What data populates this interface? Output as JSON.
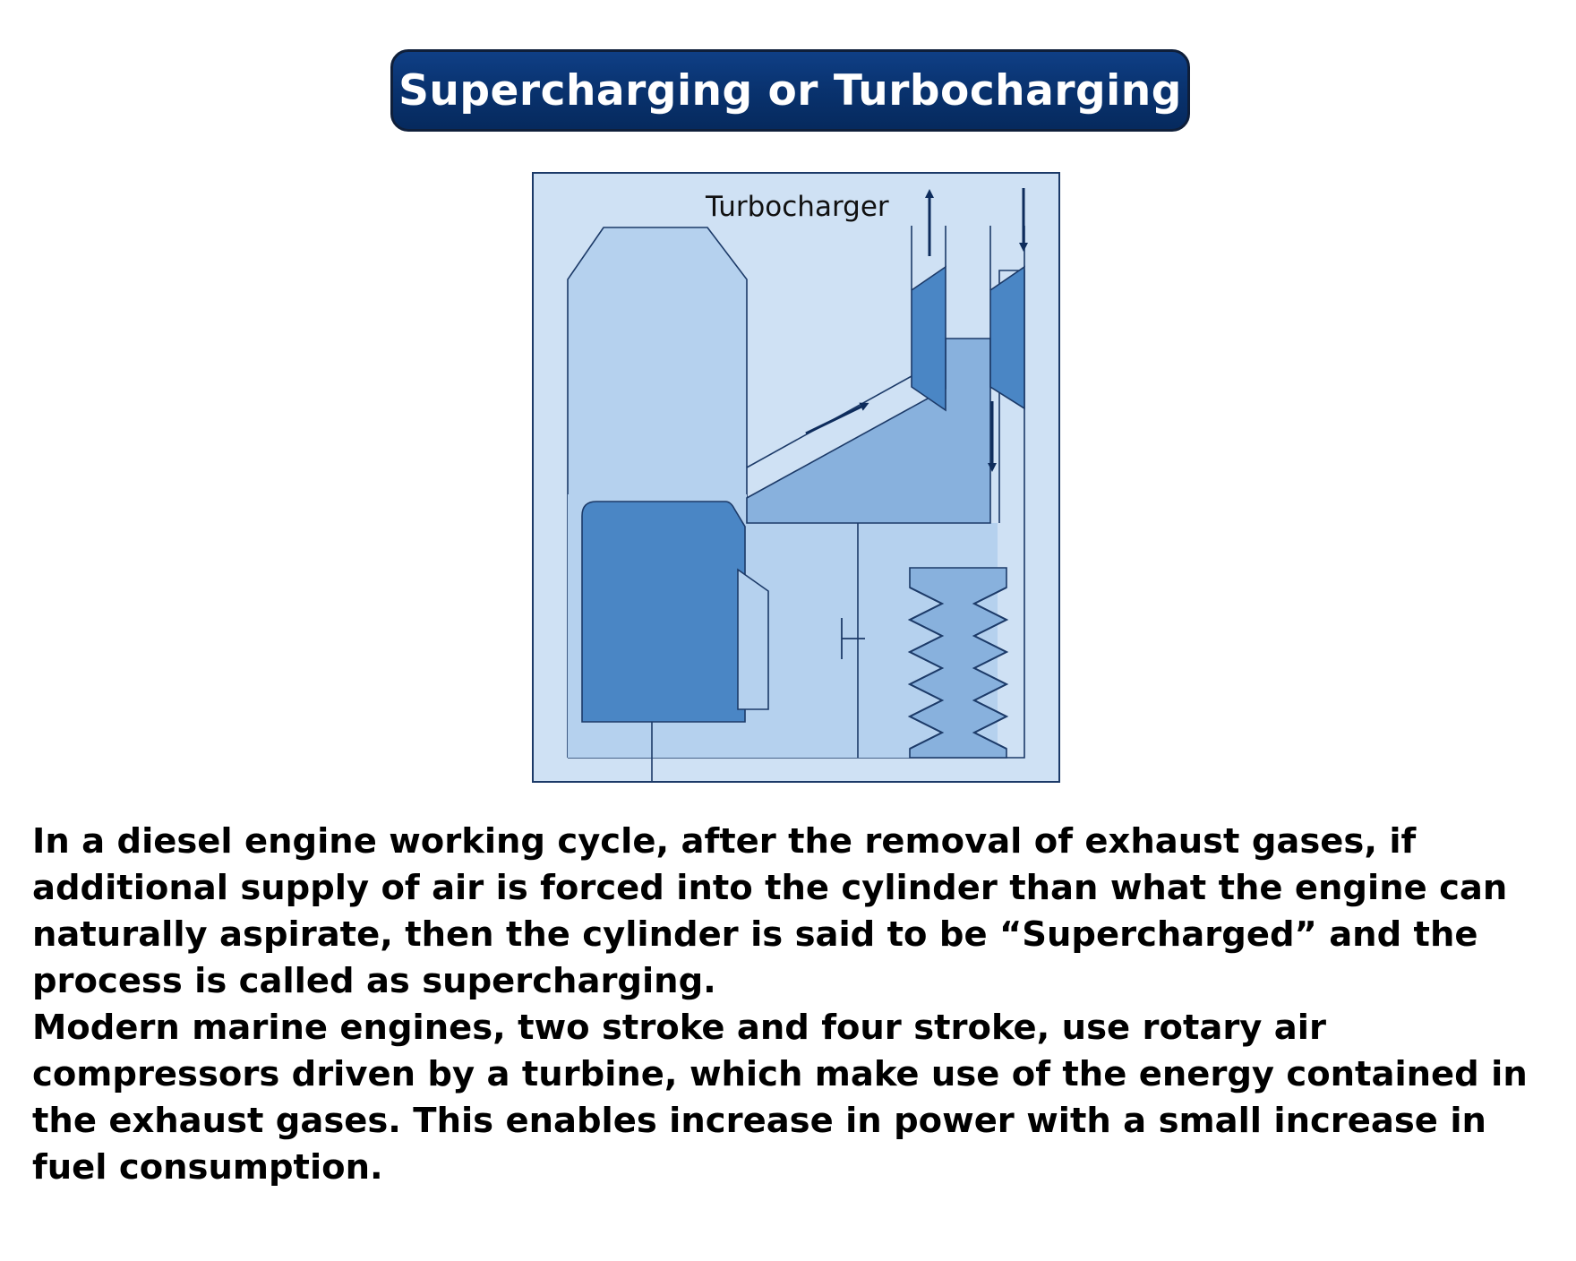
{
  "title": "Supercharging or Turbocharging",
  "diagram": {
    "turbocharger_label": "Turbocharger",
    "colors": {
      "frame_fill": "#cfe1f4",
      "frame_stroke": "#1c3a68",
      "light_fill": "#b5d1ee",
      "mid_fill": "#88b1dd",
      "dark_fill": "#4a86c5",
      "arrow": "#0e2c5c"
    }
  },
  "paragraphs": [
    "In a diesel engine working cycle, after the removal of exhaust gases, if additional supply of air is forced into the cylinder than what the engine can naturally aspirate, then the cylinder is said to be “Supercharged” and the process is called as supercharging.",
    "Modern marine engines, two stroke and four stroke, use rotary air compressors driven by a turbine, which make use of the energy contained in the exhaust gases. This enables increase in power with a small increase in fuel consumption."
  ]
}
